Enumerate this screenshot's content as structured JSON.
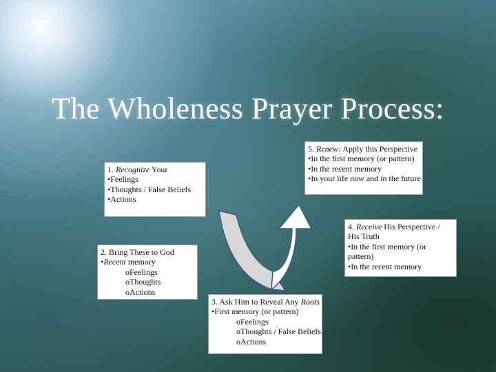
{
  "title": "The Wholeness Prayer Process:",
  "steps": {
    "recognize": {
      "prefix": "1. ",
      "verb": "Recognize",
      "suffix": " Your",
      "items": [
        "Feelings",
        "Thoughts / False Beliefs",
        "Actions"
      ]
    },
    "bring": {
      "heading": "2. Bring These to God",
      "item_em": "Recent",
      "item_rest": " memory",
      "subitems": [
        "Feelings",
        "Thoughts",
        "Actions"
      ]
    },
    "ask": {
      "heading_prefix": "3. Ask Him to Reveal Any ",
      "heading_em": "Roots",
      "item": "First memory (or pattern)",
      "subitems": [
        "Feelings",
        "Thoughts / False Beliefs",
        "Actions"
      ]
    },
    "receive": {
      "prefix": "4. ",
      "verb": "Receive",
      "suffix": " His Perspective / His Truth",
      "items": [
        "In the first memory (or pattern)",
        "In the recent memory"
      ]
    },
    "renew": {
      "prefix": "5. ",
      "verb": "Renew:",
      "suffix": " Apply this Perspective",
      "items": [
        "In the first memory (or pattern)",
        "In the recent memory",
        "In your life now and in the future"
      ]
    }
  },
  "glyphs": {
    "bullet": "•",
    "sub_bullet": "o"
  },
  "colors": {
    "arrow_down_fill": "#d7d7d7",
    "arrow_up_fill": "#ffffff",
    "arrow_stroke": "#3c5a78"
  }
}
